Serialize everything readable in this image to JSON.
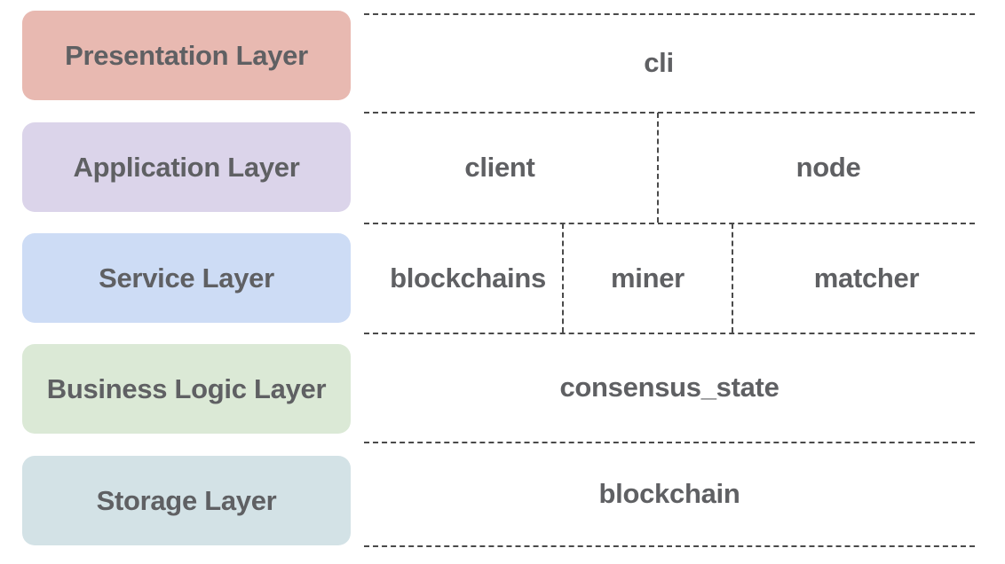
{
  "layers": [
    {
      "label": "Presentation Layer",
      "color": "#e8b9b1"
    },
    {
      "label": "Application Layer",
      "color": "#dbd4ea"
    },
    {
      "label": "Service Layer",
      "color": "#cddcf5"
    },
    {
      "label": "Business Logic Layer",
      "color": "#dbe9d6"
    },
    {
      "label": "Storage Layer",
      "color": "#d3e2e6"
    }
  ],
  "modules": {
    "presentation": {
      "cli": "cli"
    },
    "application": {
      "client": "client",
      "node": "node"
    },
    "service": {
      "blockchains": "blockchains",
      "miner": "miner",
      "matcher": "matcher"
    },
    "business_logic": {
      "consensus_state": "consensus_state"
    },
    "storage": {
      "blockchain": "blockchain"
    }
  },
  "line_color": "#4a4a4a",
  "text_color": "#5f6063"
}
